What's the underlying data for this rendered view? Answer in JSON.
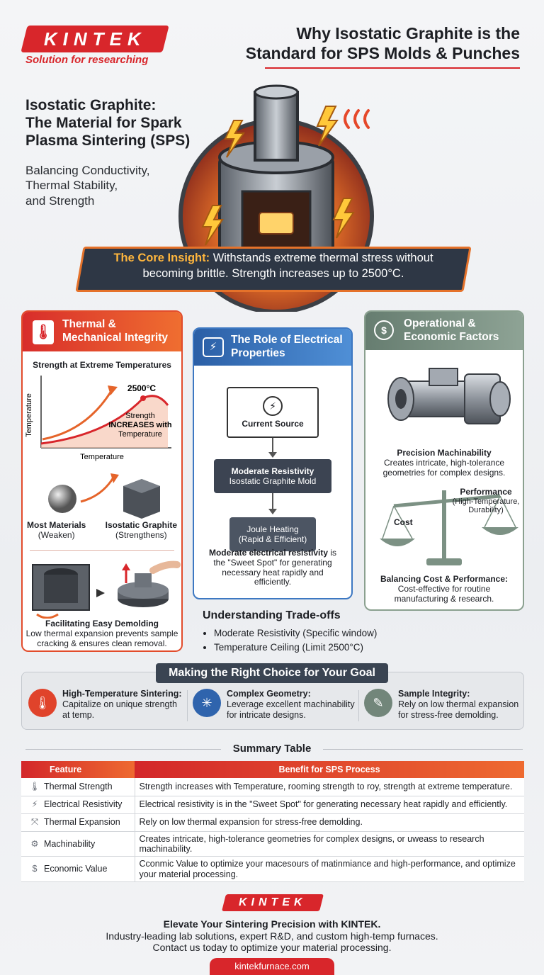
{
  "header": {
    "logo": "KINTEK",
    "tagline": "Solution for researching",
    "title_line1": "Why Isostatic Graphite is the",
    "title_line2": "Standard for SPS Molds & Punches"
  },
  "hero": {
    "title_line1": "Isostatic Graphite:",
    "title_line2": "The Material for Spark",
    "title_line3": "Plasma Sintering (SPS)",
    "sub_line1": "Balancing Conductivity,",
    "sub_line2": "Thermal Stability,",
    "sub_line3": "and Strength",
    "insight_label": "The Core Insight:",
    "insight_line1": " Withstands extreme thermal stress without",
    "insight_line2": "becoming brittle. Strength increases up to 2500°C."
  },
  "thermal": {
    "title_line1": "Thermal &",
    "title_line2": "Mechanical Integrity",
    "chart_title": "Strength at Extreme Temperatures",
    "ylabel": "Temperature",
    "xlabel": "Temperature",
    "peak_label": "2500°C",
    "annot_line1": "Strength",
    "annot_line2": "INCREASES with",
    "annot_line3": "Temperature",
    "most_label": "Most Materials",
    "most_sub": "(Weaken)",
    "iso_label": "Isostatic Graphite",
    "iso_sub": "(Strengthens)",
    "demold_title": "Facilitating Easy Demolding",
    "demold_line1": "Low thermal expansion prevents sample",
    "demold_line2": "cracking & ensures clean removal."
  },
  "electric": {
    "title_line1": "The Role of Electrical",
    "title_line2": "Properties",
    "node1": "Current Source",
    "node2_line1": "Moderate Resistivity",
    "node2_line2": "Isostatic Graphite Mold",
    "node3_line1": "Joule Heating",
    "node3_line2": "(Rapid & Efficient)",
    "desc_bold": "Moderate electrical resistivity",
    "desc_rest1": " is",
    "desc_rest2": "the \"Sweet Spot\" for generating",
    "desc_rest3": "necessary heat rapidly and",
    "desc_rest4": "efficiently."
  },
  "oper": {
    "title_line1": "Operational &",
    "title_line2": "Economic Factors",
    "mach_title": "Precision Machinability",
    "mach_line1": "Creates intricate, high-tolerance",
    "mach_line2": "geometries for complex designs.",
    "cost": "Cost",
    "perf": "Performance",
    "perf_sub1": "(High-Temperature,",
    "perf_sub2": "Durability)",
    "bal_title": "Balancing Cost & Performance:",
    "bal_line1": "Cost-effective for routine",
    "bal_line2": "manufacturing & research."
  },
  "tradeoffs": {
    "title": "Understanding Trade-offs",
    "items": [
      "Moderate Resistivity (Specific window)",
      "Temperature Ceiling (Limit 2500°C)"
    ]
  },
  "choice": {
    "title": "Making the Right Choice for Your Goal",
    "goals": [
      {
        "title": "High-Temperature Sintering:",
        "line1": "Capitalize on unique strength",
        "line2": "at temp.",
        "color": "#e0432b"
      },
      {
        "title": "Complex Geometry:",
        "line1": "Leverage excellent machinability",
        "line2": "for intricate designs.",
        "color": "#2f64ad"
      },
      {
        "title": "Sample Integrity:",
        "line1": "Rely on low thermal expansion",
        "line2": "for stress-free demolding.",
        "color": "#72867a"
      }
    ]
  },
  "summary": {
    "title": "Summary Table",
    "col1": "Feature",
    "col2": "Benefit for SPS Process",
    "rows": [
      {
        "icon": "🌡",
        "feature": "Thermal Strength",
        "benefit": "Strength increases with Temperature, rooming strength to roy, strength at extreme temperature."
      },
      {
        "icon": "⚡",
        "feature": "Electrical Resistivity",
        "benefit": "Electrical resistivity is in the \"Sweet Spot\" for generating necessary heat rapidly and efficiently."
      },
      {
        "icon": "⤧",
        "feature": "Thermal Expansion",
        "benefit": "Rely on low thermal expansion for stress-free demolding."
      },
      {
        "icon": "⚙",
        "feature": "Machinability",
        "benefit": "Creates intricate, high-tolerance geometries for complex designs, or uweass to research machinability."
      },
      {
        "icon": "$",
        "feature": "Economic Value",
        "benefit": "Cconmic Value to optimize your macesours of matinmiance and high-performance, and optimize your material processing."
      }
    ]
  },
  "footer": {
    "logo": "KINTEK",
    "line1": "Elevate Your Sintering Precision with KINTEK.",
    "line2": "Industry-leading lab solutions, expert R&D, and custom high-temp furnaces.",
    "line3": "Contact us today to optimize your material processing.",
    "url": "kintekfurnace.com"
  },
  "colors": {
    "brand_red": "#d8262b",
    "accent_orange": "#e5722a",
    "blue": "#3d78c2",
    "sage": "#8aa08f",
    "dark": "#2e3745"
  }
}
